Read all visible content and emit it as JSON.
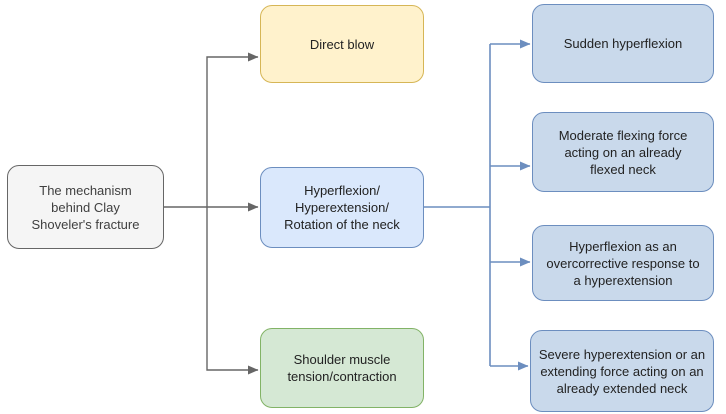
{
  "diagram": {
    "type": "flowchart",
    "background_color": "#FFFFFF",
    "nodes": {
      "root": {
        "label": "The mechanism behind Clay Shoveler's fracture",
        "fill": "#F5F5F5",
        "border": "#666666"
      },
      "causes": [
        {
          "id": "direct-blow",
          "label": "Direct blow",
          "fill": "#FFF2CC",
          "border": "#D6B656"
        },
        {
          "id": "neck-motion",
          "label": "Hyperflexion/ Hyperextension/ Rotation of the neck",
          "fill": "#DAE8FC",
          "border": "#6C8EBF"
        },
        {
          "id": "shoulder-muscle",
          "label": "Shoulder muscle tension/contraction",
          "fill": "#D5E8D4",
          "border": "#82B366"
        }
      ],
      "neck_motion_mechanisms": [
        {
          "id": "sudden-hyperflexion",
          "label": "Sudden hyperflexion",
          "fill": "#C9D9EB",
          "border": "#6C8EBF"
        },
        {
          "id": "moderate-flexing-force",
          "label": "Moderate flexing force acting on an already flexed neck",
          "fill": "#C9D9EB",
          "border": "#6C8EBF"
        },
        {
          "id": "overcorrective-hyperflexion",
          "label": "Hyperflexion as an overcorrective response to a hyperextension",
          "fill": "#C9D9EB",
          "border": "#6C8EBF"
        },
        {
          "id": "severe-hyperextension",
          "label": "Severe hyperextension or an extending force acting on an already extended neck",
          "fill": "#C9D9EB",
          "border": "#6C8EBF"
        }
      ]
    },
    "connectors": {
      "root_tree_color": "#666666",
      "neck_motion_tree_color": "#6C8EBF"
    }
  }
}
